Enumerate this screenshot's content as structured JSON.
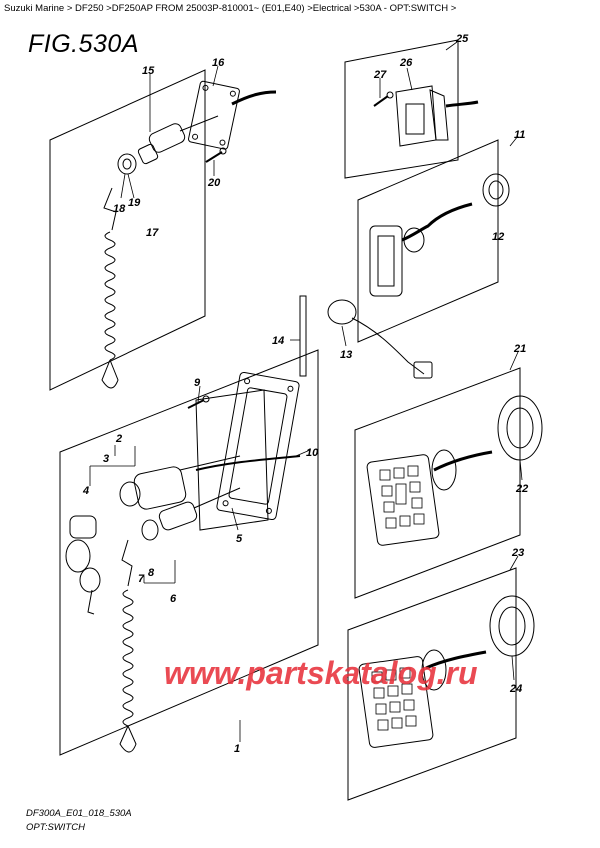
{
  "breadcrumb": "Suzuki Marine > DF250 >DF250AP FROM 25003P-810001~ (E01,E40) >Electrical >530A - OPT:SWITCH >",
  "figure_title": "FIG.530A",
  "watermark": "www.partskatalog.ru",
  "footer": {
    "code": "DF300A_E01_018_530A",
    "subtitle": "OPT:SWITCH"
  },
  "callouts": {
    "c1": "1",
    "c2": "2",
    "c3": "3",
    "c4": "4",
    "c5": "5",
    "c6": "6",
    "c7": "7",
    "c8": "8",
    "c9": "9",
    "c10": "10",
    "c11": "11",
    "c12": "12",
    "c13": "13",
    "c14": "14",
    "c15": "15",
    "c16": "16",
    "c17": "17",
    "c18": "18",
    "c19": "19",
    "c20": "20",
    "c21": "21",
    "c22": "22",
    "c23": "23",
    "c24": "24",
    "c25": "25",
    "c26": "26",
    "c27": "27"
  }
}
